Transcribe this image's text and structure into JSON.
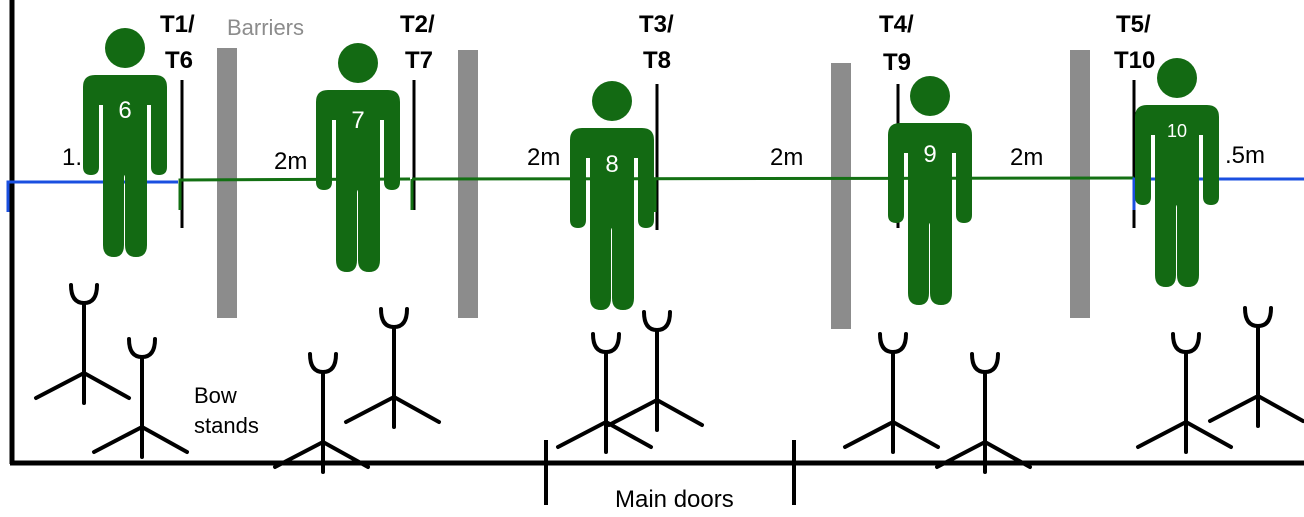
{
  "labels": {
    "barriers": "Barriers",
    "bow_stands": [
      "Bow",
      "stands"
    ],
    "main_doors": "Main doors"
  },
  "targets": [
    [
      "T1/",
      "T6"
    ],
    [
      "T2/",
      "T7"
    ],
    [
      "T3/",
      "T8"
    ],
    [
      "T4/",
      "T9"
    ],
    [
      "T5/",
      "T10"
    ]
  ],
  "distances": [
    "1.5",
    "2m",
    "2m",
    "2m",
    "2m",
    ".5m"
  ],
  "archers": [
    "6",
    "7",
    "8",
    "9",
    "10"
  ],
  "colors": {
    "archer": "#136a13",
    "shooting_line": "#137013",
    "end_line": "#1a4fe0",
    "barrier": "#8c8c8c",
    "stand": "#000000"
  },
  "icons": {
    "archer": "person-icon",
    "bow_stand": "bow-stand-icon"
  }
}
